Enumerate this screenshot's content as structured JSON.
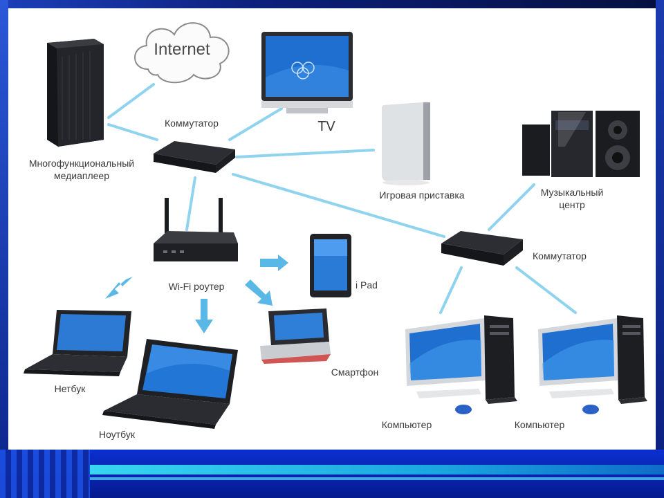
{
  "labels": {
    "internet": "Internet",
    "tv": "TV",
    "switch_top": "Коммутатор",
    "media_player_1": "Многофункциональный",
    "media_player_2": "медиаплеер",
    "game_console": "Игровая приставка",
    "music_center_1": "Музыкальный",
    "music_center_2": "центр",
    "router": "Wi-Fi роутер",
    "ipad": "i Pad",
    "switch_right": "Коммутатор",
    "smartphone": "Смартфон",
    "netbook": "Нетбук",
    "laptop": "Ноутбук",
    "computer_1": "Компьютер",
    "computer_2": "Компьютер"
  },
  "colors": {
    "link": "#8fd3ef",
    "wifi": "#5ab8e6",
    "device_dark": "#1e1f22",
    "screen_blue": "#1f6fd0"
  }
}
